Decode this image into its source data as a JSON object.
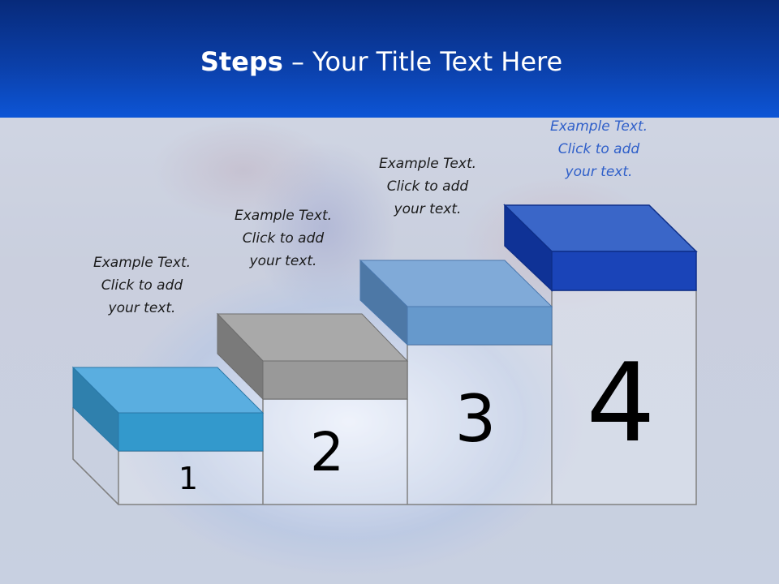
{
  "slide": {
    "title_bold": "Steps",
    "title_rest": " – Your Title Text Here"
  },
  "steps": [
    {
      "number": "1",
      "color": "#3399cc",
      "caption": [
        "Example Text.",
        "Click  to add",
        "your text."
      ]
    },
    {
      "number": "2",
      "color": "#999999",
      "caption": [
        "Example Text.",
        "Click  to add",
        "your text."
      ]
    },
    {
      "number": "3",
      "color": "#6699cc",
      "caption": [
        "Example Text.",
        "Click  to add",
        "your text."
      ]
    },
    {
      "number": "4",
      "color": "#1a44b8",
      "caption": [
        "Example Text.",
        "Click  to add",
        "your text."
      ]
    }
  ]
}
